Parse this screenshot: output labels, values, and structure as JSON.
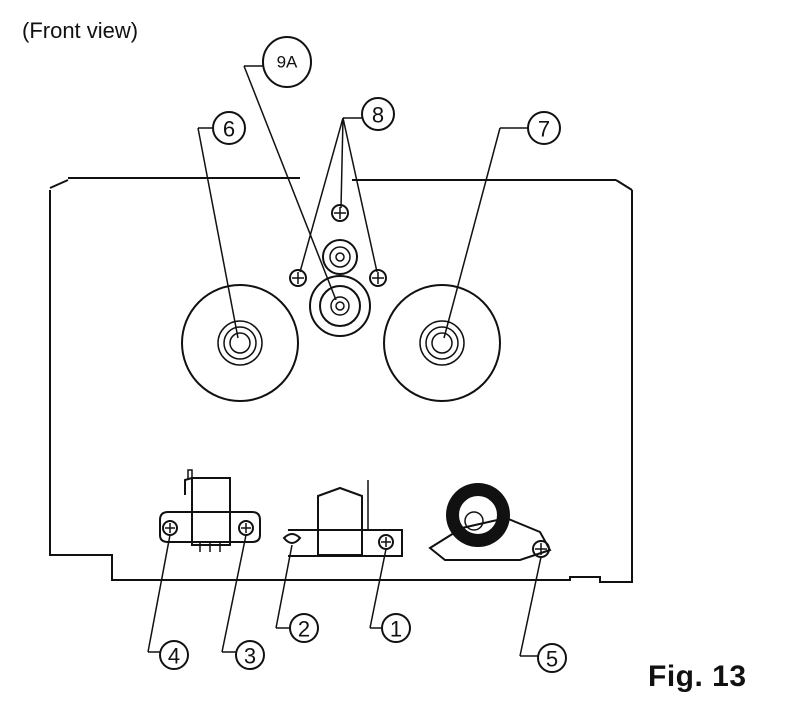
{
  "caption": "(Front view)",
  "figure_label": "Fig. 13",
  "callouts": {
    "c9a": "9A",
    "c1": "1",
    "c2": "2",
    "c3": "3",
    "c4": "4",
    "c5": "5",
    "c6": "6",
    "c7": "7",
    "c8": "8"
  },
  "colors": {
    "ink": "#111111",
    "background": "#ffffff"
  }
}
